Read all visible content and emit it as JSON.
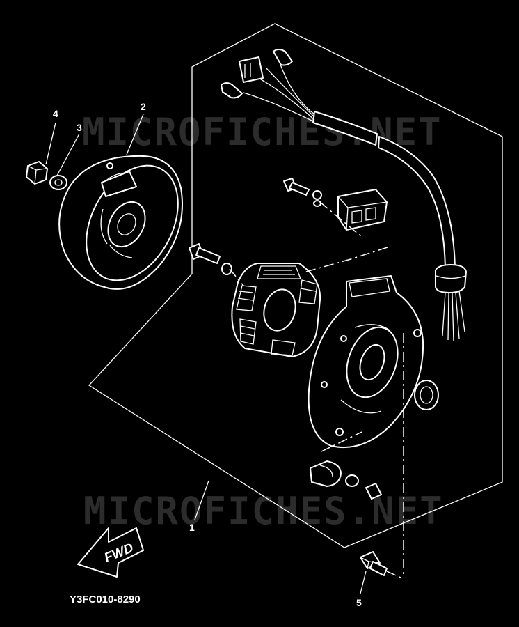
{
  "watermark": {
    "top": "MICROFICHES.NET",
    "bottom": "MICROFICHES.NET"
  },
  "callouts": {
    "c1": "1",
    "c2": "2",
    "c3": "3",
    "c4": "4",
    "c5": "5"
  },
  "direction_arrow": {
    "label": "FWD"
  },
  "drawing_code": "Y3FC010-8290",
  "colors": {
    "background": "#000000",
    "line": "#ffffff",
    "watermark": "#2c2c2c"
  }
}
